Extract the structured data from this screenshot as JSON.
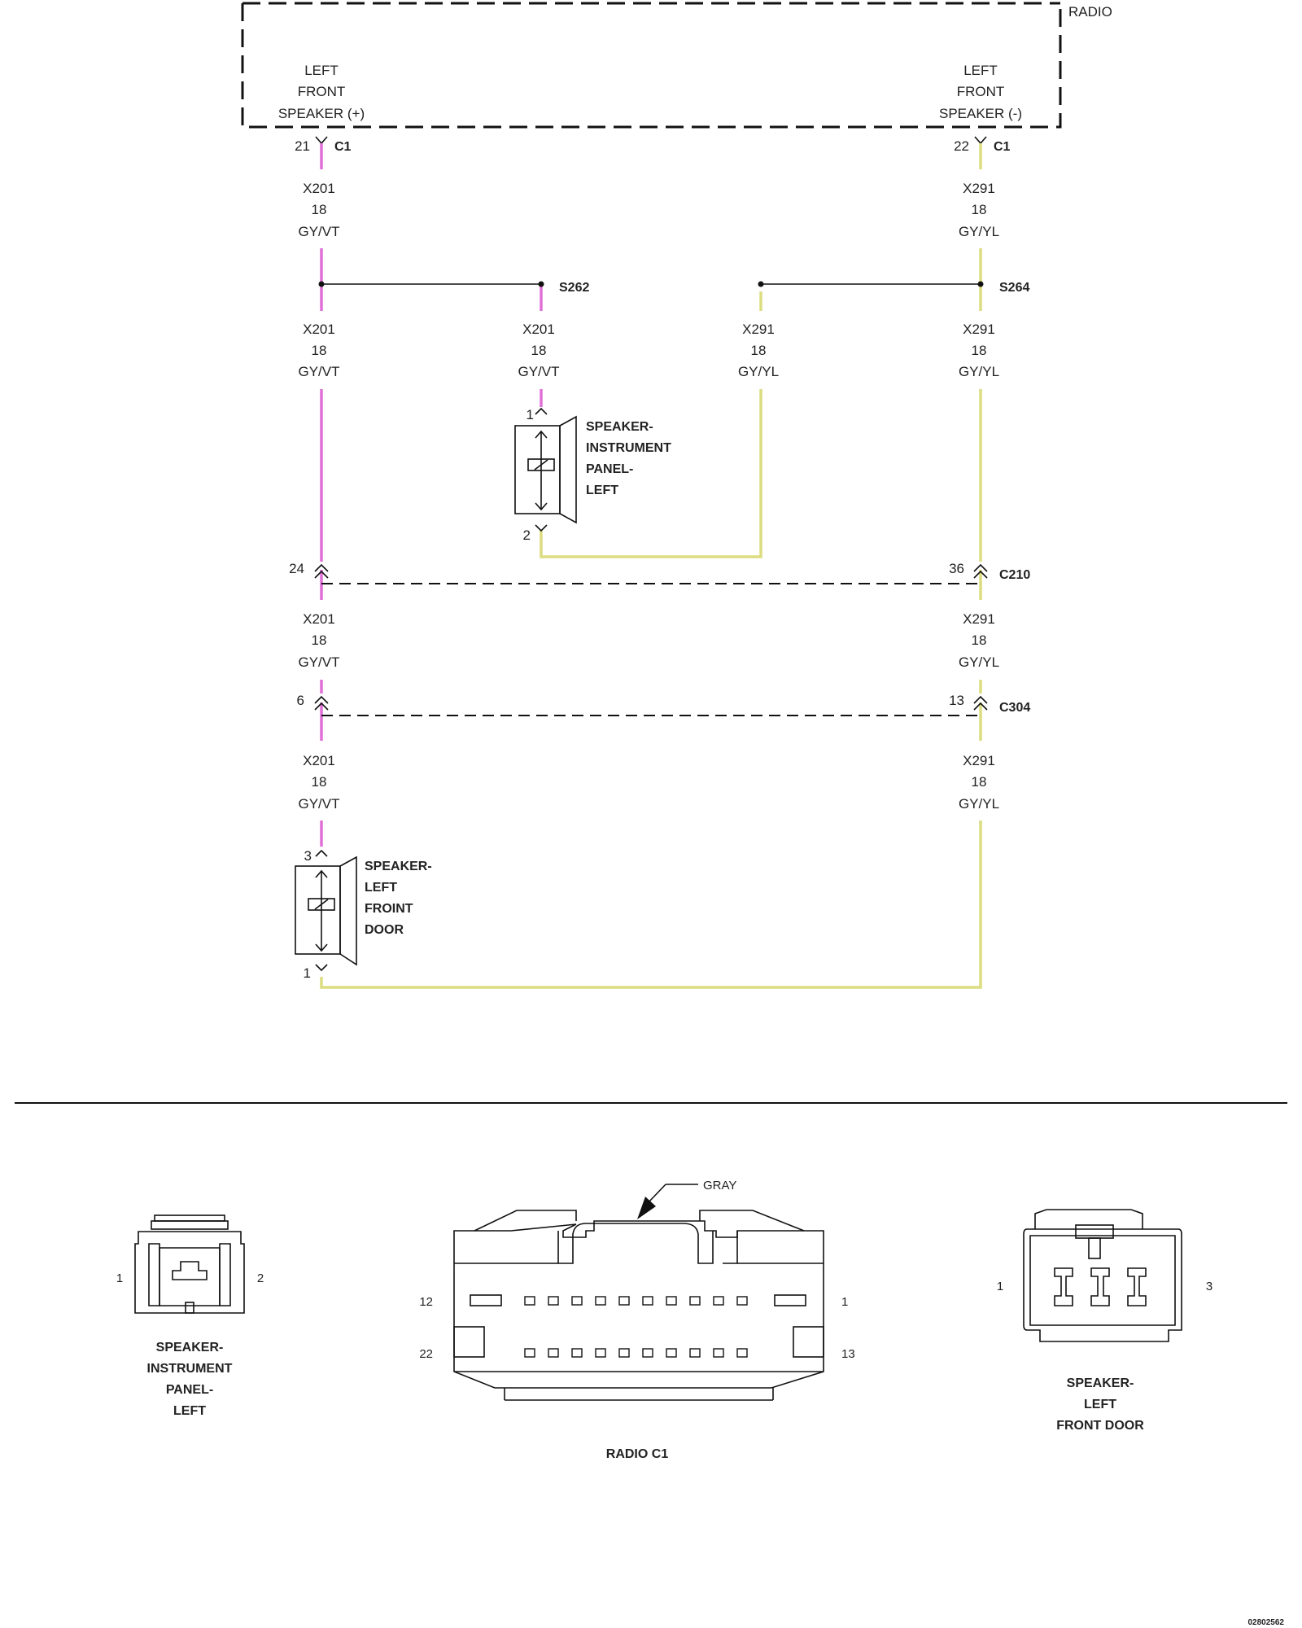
{
  "radio": {
    "label": "RADIO",
    "pin_left": {
      "line1": "LEFT",
      "line2": "FRONT",
      "line3": "SPEAKER (+)"
    },
    "pin_right": {
      "line1": "LEFT",
      "line2": "FRONT",
      "line3": "SPEAKER (-)"
    },
    "left_cavity": "21",
    "right_cavity": "22",
    "connector": "C1"
  },
  "circuits": {
    "left": {
      "id": "X201",
      "gauge": "18",
      "color": "GY/VT"
    },
    "right": {
      "id": "X291",
      "gauge": "18",
      "color": "GY/YL"
    }
  },
  "splices": {
    "left": "S262",
    "right": "S264"
  },
  "ip_speaker": {
    "line1": "SPEAKER-",
    "line2": "INSTRUMENT",
    "line3": "PANEL-",
    "line4": "LEFT",
    "pin1": "1",
    "pin2": "2"
  },
  "c210": {
    "label": "C210",
    "left_cavity": "24",
    "right_cavity": "36"
  },
  "c304": {
    "label": "C304",
    "left_cavity": "6",
    "right_cavity": "13"
  },
  "door_speaker": {
    "line1": "SPEAKER-",
    "line2": "LEFT",
    "line3": "FROINT",
    "line4": "DOOR",
    "pin3": "3",
    "pin1": "1"
  },
  "connector_views": {
    "ip_left": {
      "pin1": "1",
      "pin2": "2",
      "line1": "SPEAKER-",
      "line2": "INSTRUMENT",
      "line3": "PANEL-",
      "line4": "LEFT"
    },
    "radio_c1": {
      "color_label": "GRAY",
      "title": "RADIO C1",
      "pin12": "12",
      "pin1": "1",
      "pin22": "22",
      "pin13": "13"
    },
    "door_left": {
      "pin1": "1",
      "pin3": "3",
      "line1": "SPEAKER-",
      "line2": "LEFT",
      "line3": "FRONT DOOR"
    }
  },
  "colors": {
    "violet_wire": "#e070d8",
    "yellow_wire": "#dcdc80"
  },
  "image_code": "02802562"
}
